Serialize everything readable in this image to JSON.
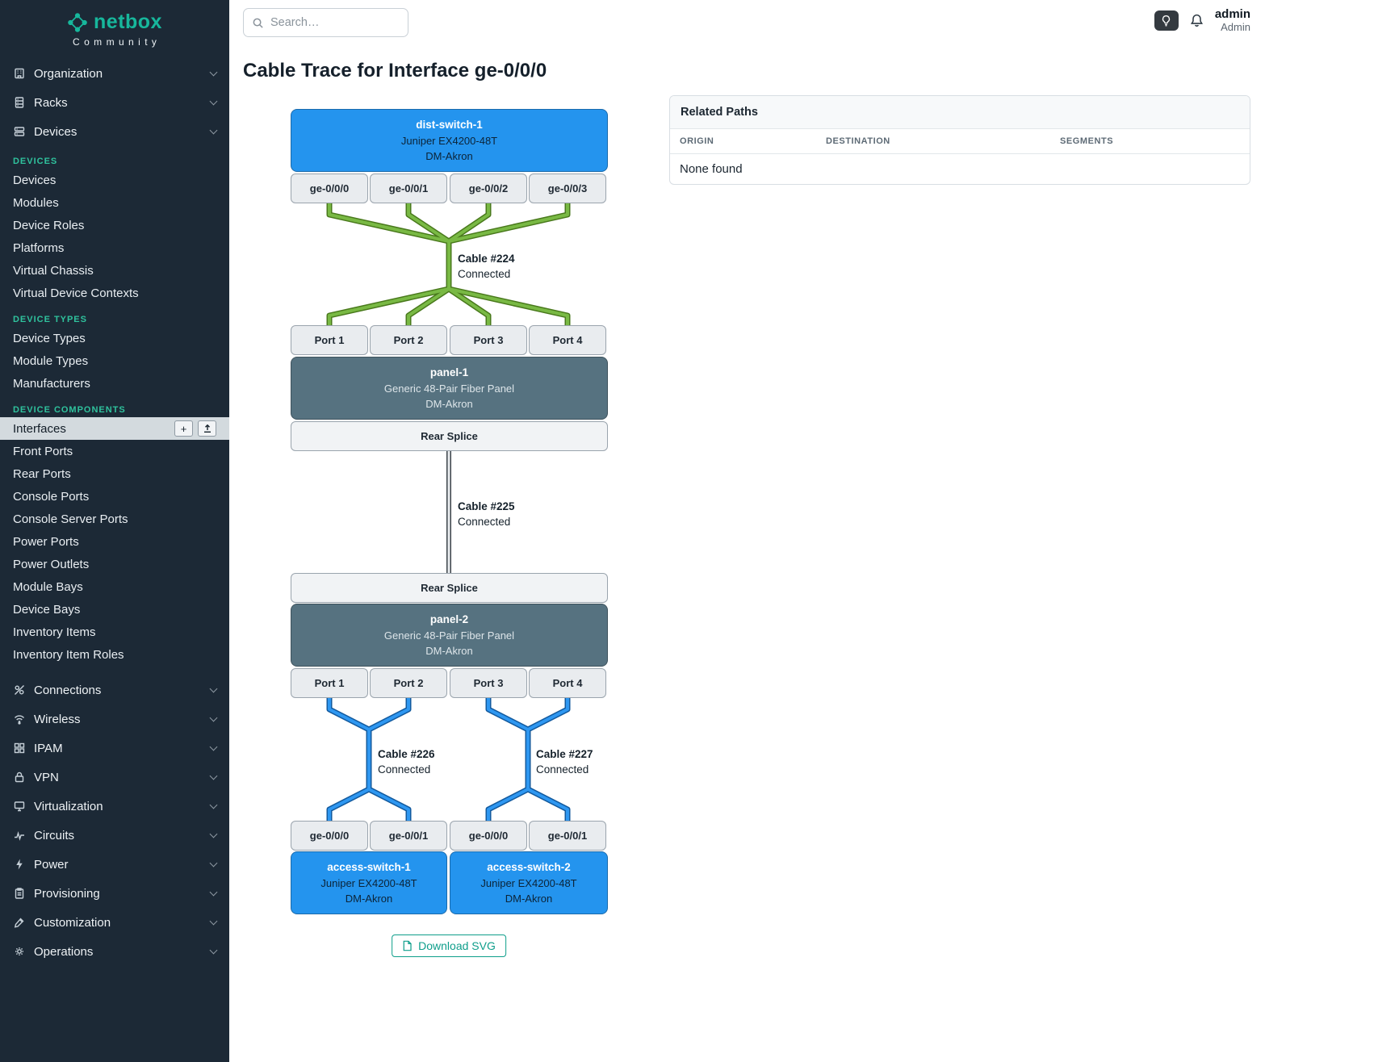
{
  "brand": {
    "name": "netbox",
    "tagline": "Community"
  },
  "topbar": {
    "search_placeholder": "Search…",
    "user_name": "admin",
    "user_role": "Admin"
  },
  "sidebar": {
    "top_items": [
      {
        "label": "Organization",
        "icon": "organization-icon"
      },
      {
        "label": "Racks",
        "icon": "racks-icon"
      },
      {
        "label": "Devices",
        "icon": "devices-icon"
      }
    ],
    "sections": [
      {
        "title": "DEVICES",
        "items": [
          "Devices",
          "Modules",
          "Device Roles",
          "Platforms",
          "Virtual Chassis",
          "Virtual Device Contexts"
        ]
      },
      {
        "title": "DEVICE TYPES",
        "items": [
          "Device Types",
          "Module Types",
          "Manufacturers"
        ]
      },
      {
        "title": "DEVICE COMPONENTS",
        "items": [
          "Interfaces",
          "Front Ports",
          "Rear Ports",
          "Console Ports",
          "Console Server Ports",
          "Power Ports",
          "Power Outlets",
          "Module Bays",
          "Device Bays",
          "Inventory Items",
          "Inventory Item Roles"
        ]
      }
    ],
    "bottom_items": [
      "Connections",
      "Wireless",
      "IPAM",
      "VPN",
      "Virtualization",
      "Circuits",
      "Power",
      "Provisioning",
      "Customization",
      "Operations"
    ]
  },
  "page": {
    "title": "Cable Trace for Interface ge-0/0/0",
    "download_label": "Download SVG"
  },
  "related_paths": {
    "title": "Related Paths",
    "columns": [
      "ORIGIN",
      "DESTINATION",
      "SEGMENTS"
    ],
    "empty": "None found"
  },
  "trace": {
    "top_device": {
      "name": "dist-switch-1",
      "model": "Juniper EX4200-48T",
      "site": "DM-Akron"
    },
    "top_ports": [
      "ge-0/0/0",
      "ge-0/0/1",
      "ge-0/0/2",
      "ge-0/0/3"
    ],
    "cables": {
      "c224": {
        "name": "Cable #224",
        "status": "Connected"
      },
      "c225": {
        "name": "Cable #225",
        "status": "Connected"
      },
      "c226": {
        "name": "Cable #226",
        "status": "Connected"
      },
      "c227": {
        "name": "Cable #227",
        "status": "Connected"
      }
    },
    "panel1": {
      "name": "panel-1",
      "model": "Generic 48-Pair Fiber Panel",
      "site": "DM-Akron",
      "front_ports": [
        "Port 1",
        "Port 2",
        "Port 3",
        "Port 4"
      ],
      "rear_label": "Rear Splice"
    },
    "panel2": {
      "name": "panel-2",
      "model": "Generic 48-Pair Fiber Panel",
      "site": "DM-Akron",
      "front_ports": [
        "Port 1",
        "Port 2",
        "Port 3",
        "Port 4"
      ],
      "rear_label": "Rear Splice"
    },
    "bottom_ports": [
      "ge-0/0/0",
      "ge-0/0/1",
      "ge-0/0/0",
      "ge-0/0/1"
    ],
    "access_switches": [
      {
        "name": "access-switch-1",
        "model": "Juniper EX4200-48T",
        "site": "DM-Akron"
      },
      {
        "name": "access-switch-2",
        "model": "Juniper EX4200-48T",
        "site": "DM-Akron"
      }
    ],
    "colors": {
      "cable_green": "#79b944",
      "cable_blue": "#2e97f1",
      "cable_gray": "#e9ecef",
      "device_blue": "#2494ee",
      "panel_slate": "#567280",
      "accent_teal": "#0e9e8b"
    }
  }
}
